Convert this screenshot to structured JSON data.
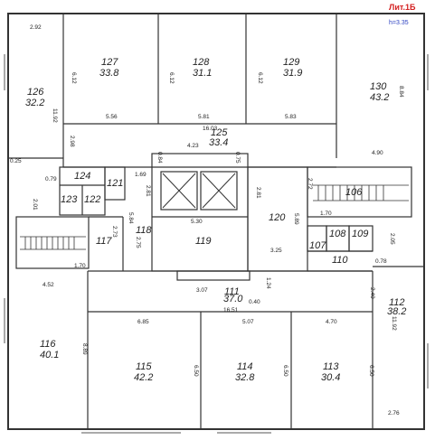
{
  "plan": {
    "lit_label": "Лит.1Б",
    "height_label": "h=3.35",
    "rooms": [
      {
        "num": "127",
        "area": "33.8"
      },
      {
        "num": "128",
        "area": "31.1"
      },
      {
        "num": "129",
        "area": "31.9"
      },
      {
        "num": "130",
        "area": "43.2"
      },
      {
        "num": "126",
        "area": "32.2"
      },
      {
        "num": "125",
        "area": "33.4"
      },
      {
        "num": "124",
        "area": ""
      },
      {
        "num": "123",
        "area": ""
      },
      {
        "num": "122",
        "area": ""
      },
      {
        "num": "121",
        "area": ""
      },
      {
        "num": "120",
        "area": ""
      },
      {
        "num": "106",
        "area": ""
      },
      {
        "num": "107",
        "area": ""
      },
      {
        "num": "108",
        "area": ""
      },
      {
        "num": "109",
        "area": ""
      },
      {
        "num": "110",
        "area": ""
      },
      {
        "num": "117",
        "area": ""
      },
      {
        "num": "118",
        "area": ""
      },
      {
        "num": "119",
        "area": ""
      },
      {
        "num": "111",
        "area": "37.0"
      },
      {
        "num": "112",
        "area": "38.2"
      },
      {
        "num": "116",
        "area": "40.1"
      },
      {
        "num": "115",
        "area": "42.2"
      },
      {
        "num": "114",
        "area": "32.8"
      },
      {
        "num": "113",
        "area": "30.4"
      }
    ],
    "dims": [
      "2.92",
      "6.12",
      "6.12",
      "6.12",
      "8.84",
      "11.92",
      "5.56",
      "5.81",
      "5.83",
      "16.03",
      "2.98",
      "4.23",
      "0.84",
      "0.75",
      "4.90",
      "1.69",
      "2.81",
      "2.81",
      "2.72",
      "0.25",
      "0.79",
      "2.01",
      "5.84",
      "2.73",
      "5.30",
      "1.70",
      "5.89",
      "2.75",
      "3.25",
      "1.24",
      "2.05",
      "0.78",
      "1.70",
      "4.52",
      "3.07",
      "0.40",
      "2.40",
      "16.51",
      "6.85",
      "5.07",
      "4.70",
      "8.89",
      "6.50",
      "6.50",
      "6.50",
      "11.92",
      "2.76"
    ]
  }
}
